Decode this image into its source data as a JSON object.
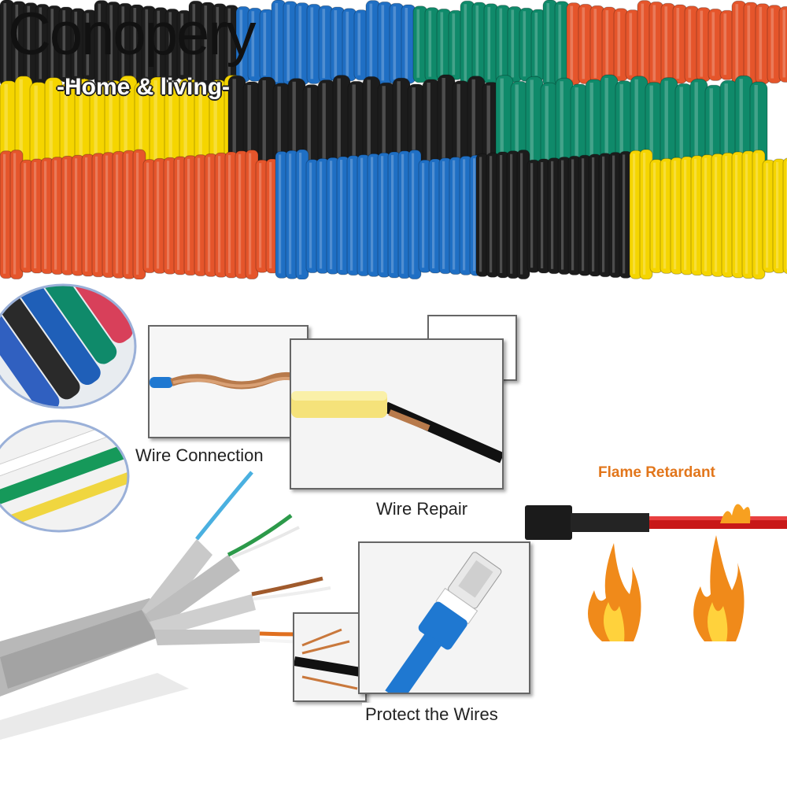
{
  "brand": {
    "name": "Conopery",
    "tagline": "-Home & living-"
  },
  "captions": {
    "wire_connection": "Wire Connection",
    "wire_repair": "Wire Repair",
    "protect": "Protect the Wires",
    "flame": "Flame Retardant"
  },
  "colors": {
    "black": "#1c1c1c",
    "blue": "#1f6fc4",
    "green": "#0f8a6a",
    "red": "#e5552b",
    "yellow": "#f5d500",
    "flame": "#e2761b"
  }
}
